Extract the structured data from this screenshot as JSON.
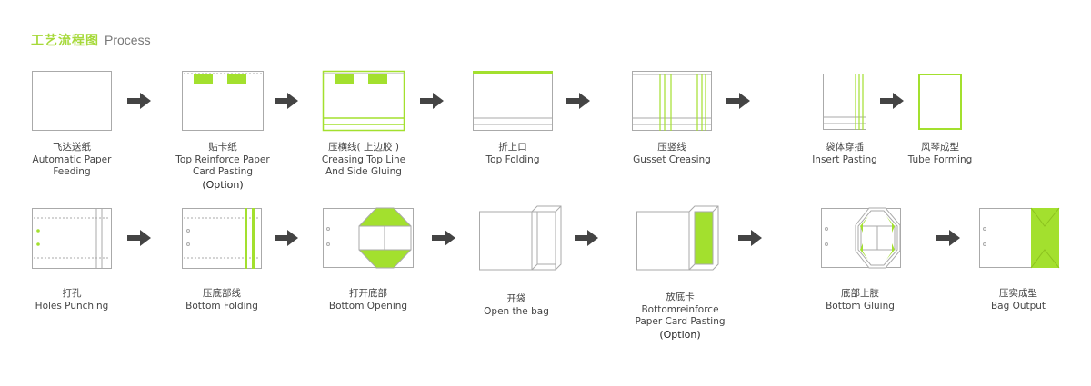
{
  "header": {
    "title_cn": "工艺流程图",
    "title_en": "Process"
  },
  "colors": {
    "accent": "#a3e02e",
    "line": "#aaaaaa",
    "arrow": "#444444"
  },
  "row1": [
    {
      "cn": "飞达送纸",
      "en": [
        "Automatic Paper",
        "Feeding"
      ]
    },
    {
      "cn": "贴卡纸",
      "en": [
        "Top Reinforce Paper",
        "Card Pasting"
      ],
      "note": "(Option)"
    },
    {
      "cn": "压横线( 上边胶 )",
      "en": [
        "Creasing Top Line",
        "And Side Gluing"
      ]
    },
    {
      "cn": "折上口",
      "en": [
        "Top Folding"
      ]
    },
    {
      "cn": "压竖线",
      "en": [
        "Gusset Creasing"
      ]
    },
    {
      "cn": "袋体穿插",
      "en": [
        "Insert Pasting"
      ]
    },
    {
      "cn": "风琴成型",
      "en": [
        "Tube Forming"
      ]
    }
  ],
  "row2": [
    {
      "cn": "打孔",
      "en": [
        "Holes Punching"
      ]
    },
    {
      "cn": "压底部线",
      "en": [
        "Bottom Folding"
      ]
    },
    {
      "cn": "打开底部",
      "en": [
        "Bottom Opening"
      ]
    },
    {
      "cn": "开袋",
      "en": [
        "Open the bag"
      ]
    },
    {
      "cn": "放底卡",
      "en": [
        "Bottomreinforce",
        "Paper Card Pasting"
      ],
      "note": "(Option)"
    },
    {
      "cn": "底部上胶",
      "en": [
        "Bottom Gluing"
      ]
    },
    {
      "cn": "压实成型",
      "en": [
        "Bag Output"
      ]
    }
  ]
}
